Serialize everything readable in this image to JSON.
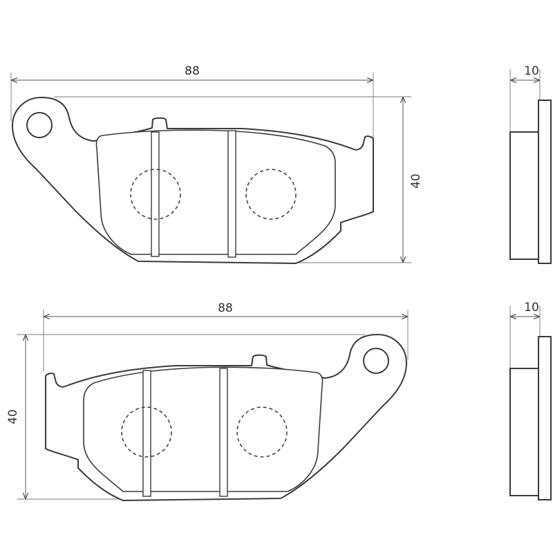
{
  "top_pad": {
    "width_label": "88",
    "height_label": "40",
    "thickness_label": "10"
  },
  "bottom_pad": {
    "width_label": "88",
    "height_label": "40",
    "thickness_label": "10"
  }
}
